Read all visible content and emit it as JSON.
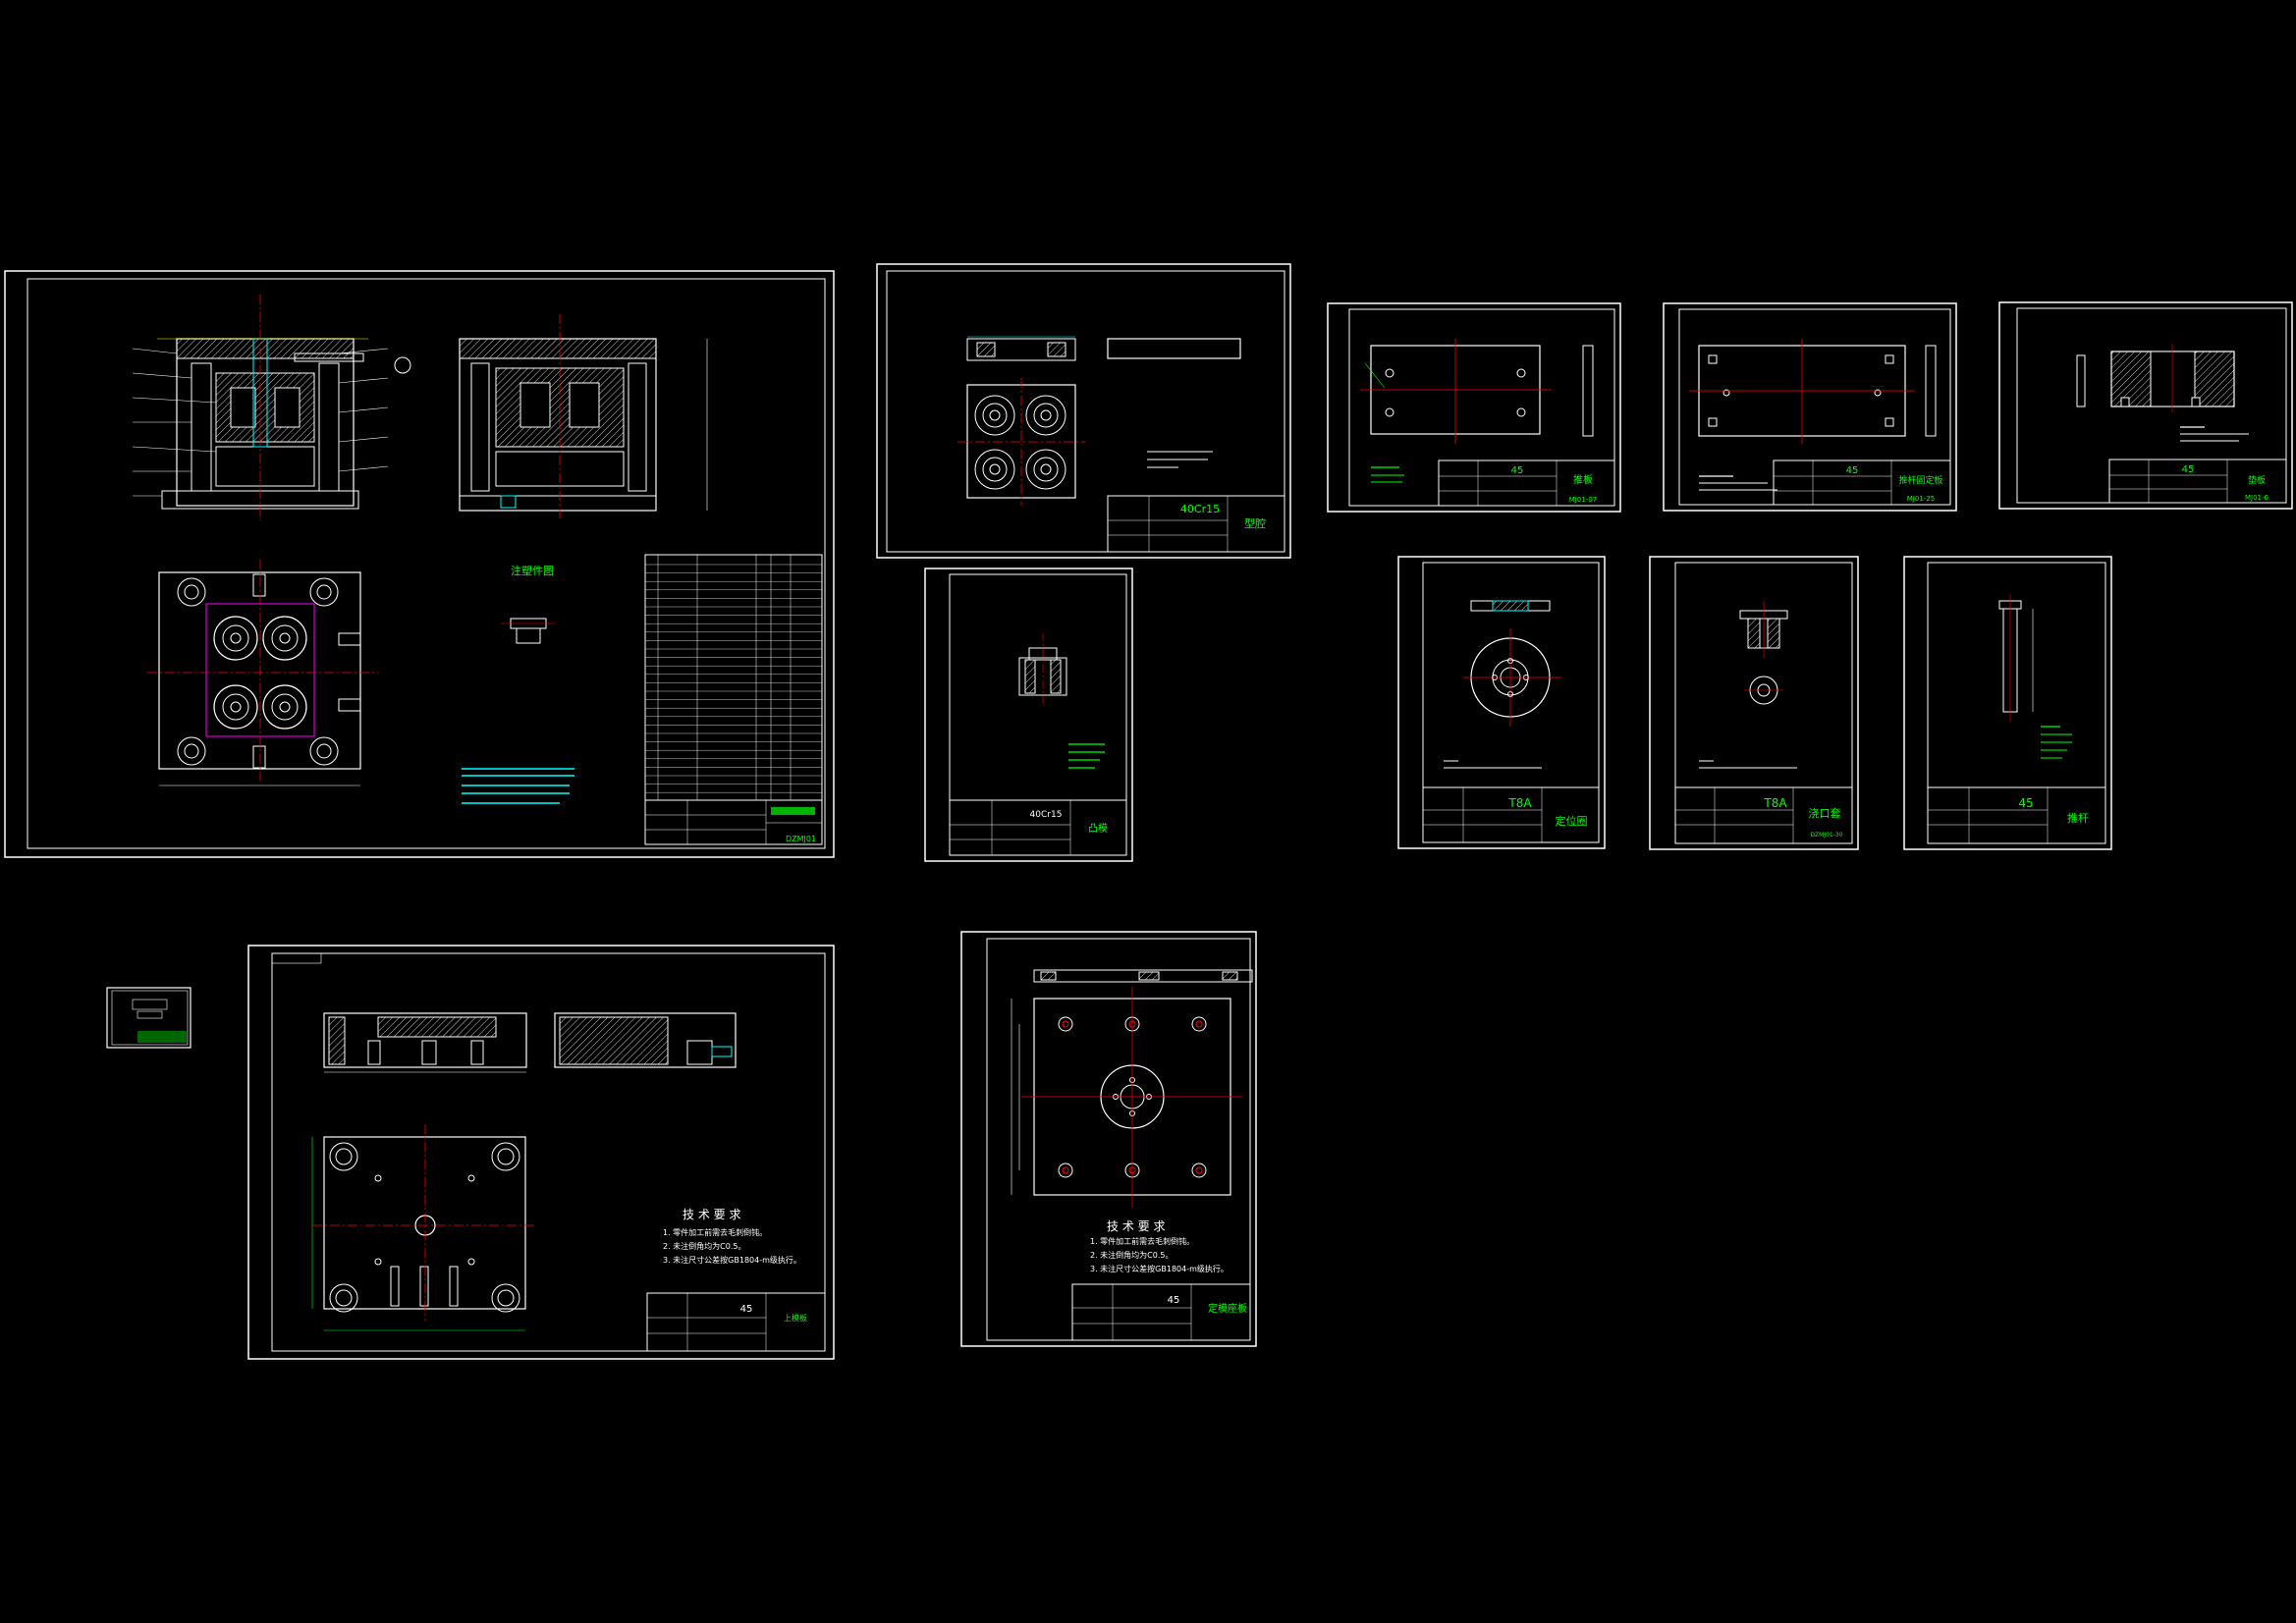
{
  "viewer": {
    "background": "#000000",
    "colors": {
      "frame": "#ffffff",
      "text_green": "#00ff00",
      "line_red": "#ff0000",
      "line_cyan": "#00ffff",
      "line_yellow": "#ffff00",
      "line_magenta": "#ff00ff"
    }
  },
  "sheets": {
    "assembly": {
      "view_caption": "注塑件图",
      "drawing_no": "DZMJ01"
    },
    "cavity": {
      "material": "40Cr15",
      "part_name": "型腔"
    },
    "core_small": {
      "material": "40Cr15",
      "part_name": "凸模"
    },
    "plate_push": {
      "material": "45",
      "part_name": "推板",
      "drawing_no": "MJ01-07"
    },
    "plate_fix": {
      "material": "45",
      "part_name": "推杆固定板",
      "drawing_no": "MJ01-25"
    },
    "plate_pad": {
      "material": "45",
      "part_name": "垫板",
      "drawing_no": "MJ01-6"
    },
    "locating_ring": {
      "material": "T8A",
      "part_name": "定位圈"
    },
    "sprue_bush": {
      "material": "T8A",
      "part_name": "浇口套",
      "drawing_no": "DZMJ01-30"
    },
    "ejector_pin": {
      "material": "45",
      "part_name": "推杆"
    },
    "upper_plate": {
      "tech_req_title": "技 术 要 求",
      "tech_req": [
        "1. 零件加工前需去毛刺倒钝。",
        "2. 未注倒角均为C0.5。",
        "3. 未注尺寸公差按GB1804-m级执行。"
      ],
      "material": "45",
      "part_name": "上模板"
    },
    "fixed_plate": {
      "tech_req_title": "技 术 要 求",
      "tech_req": [
        "1. 零件加工前需去毛刺倒钝。",
        "2. 未注倒角均为C0.5。",
        "3. 未注尺寸公差按GB1804-m级执行。"
      ],
      "material": "45",
      "part_name": "定模座板"
    }
  }
}
